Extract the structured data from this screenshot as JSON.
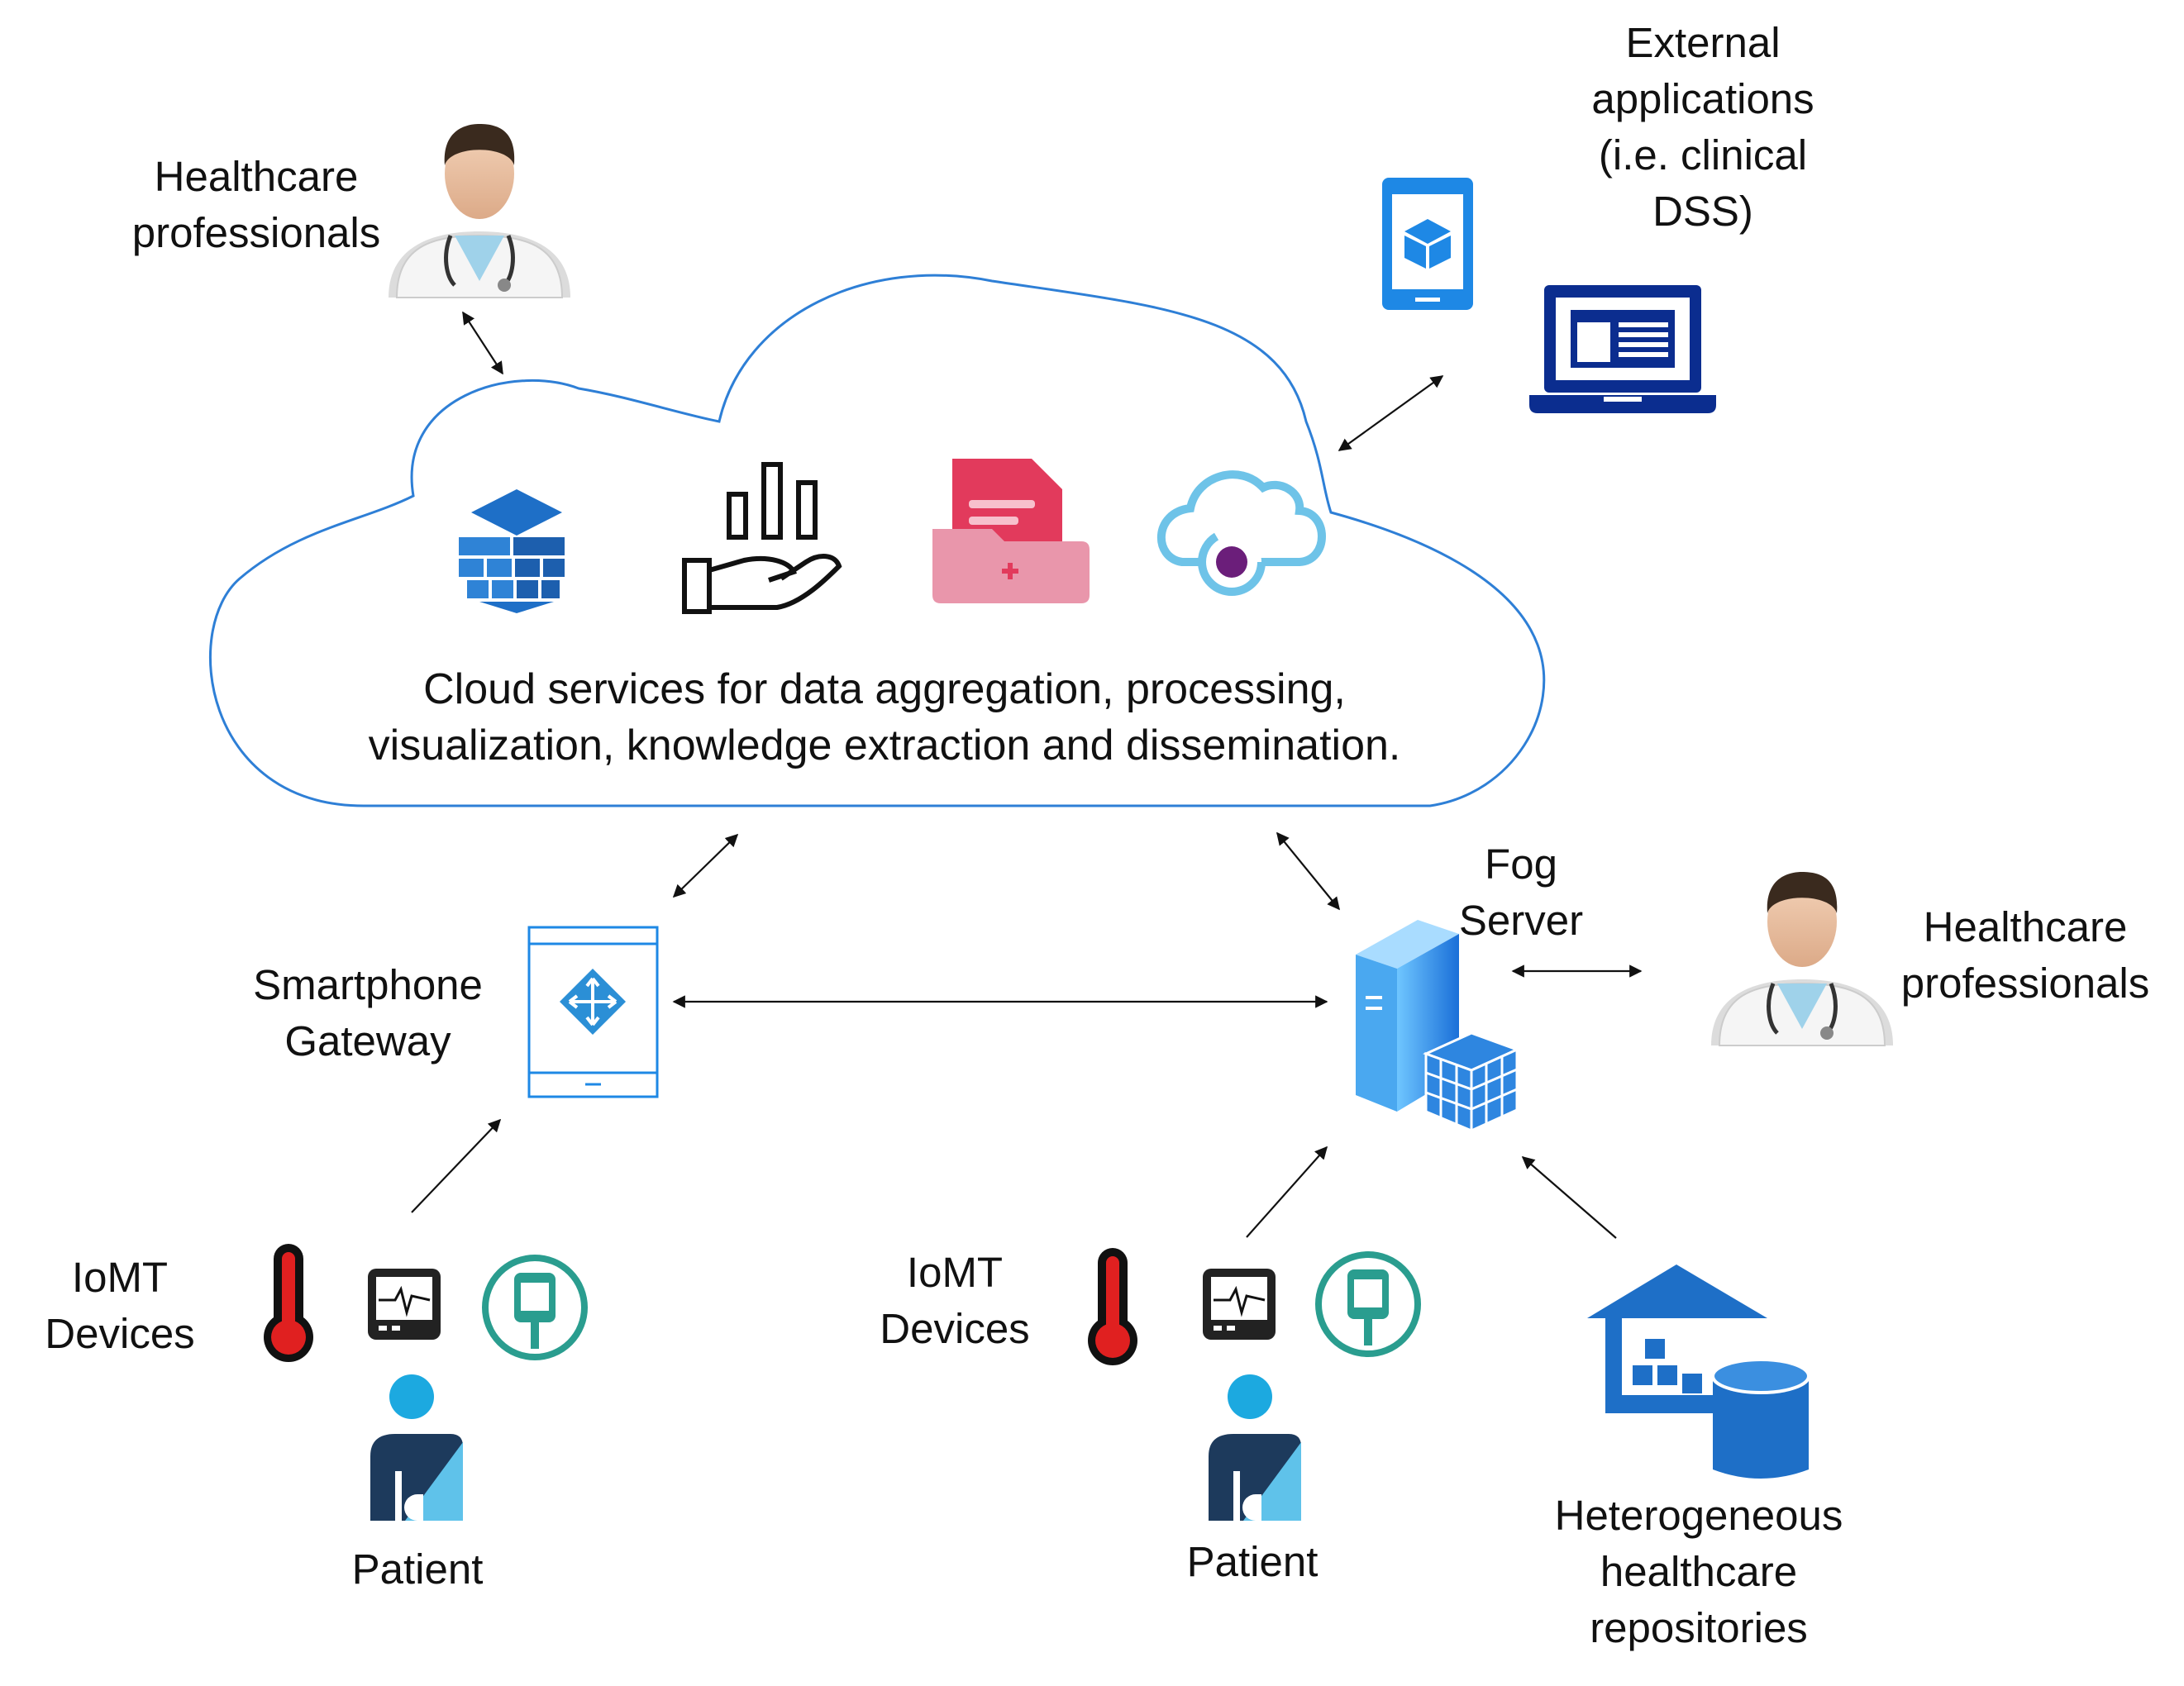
{
  "cloud": {
    "text_line1": "Cloud services for data aggregation, processing,",
    "text_line2": "visualization, knowledge extraction and dissemination."
  },
  "labels": {
    "healthcare_top": [
      "Healthcare",
      "professionals"
    ],
    "external_apps": [
      "External",
      "applications",
      "(i.e. clinical",
      "DSS)"
    ],
    "smartphone_gateway": [
      "Smartphone",
      "Gateway"
    ],
    "fog_server": [
      "Fog",
      "Server"
    ],
    "healthcare_right": [
      "Healthcare",
      "professionals"
    ],
    "iomt_left": [
      "IoMT",
      "Devices"
    ],
    "iomt_middle": [
      "IoMT",
      "Devices"
    ],
    "patient_left": "Patient",
    "patient_middle": "Patient",
    "repositories": [
      "Heterogeneous",
      "healthcare",
      "repositories"
    ]
  },
  "icons": {
    "cloud_services": [
      "data-warehouse-icon",
      "analytics-hand-icon",
      "medical-folder-icon",
      "cloud-service-icon"
    ],
    "external": [
      "mobile-app-icon",
      "laptop-dashboard-icon"
    ],
    "gateway": "smartphone-router-icon",
    "fog": "server-grid-icon",
    "iomt": [
      "thermometer-icon",
      "heart-monitor-icon",
      "glucometer-icon"
    ],
    "patient": "patient-icon",
    "repository": [
      "warehouse-icon",
      "database-icon"
    ],
    "professional": "doctor-avatar-icon"
  },
  "colors": {
    "cloud_outline": "#2e7fd6",
    "azure_blue": "#1e6fc7",
    "navy": "#0b2d8f",
    "pink": "#e23a5c",
    "purple": "#6b1e7a",
    "teal": "#2a9d8f",
    "red": "#e02020",
    "patient_blue": "#1ca9e0",
    "patient_dark": "#1d3a5c"
  }
}
